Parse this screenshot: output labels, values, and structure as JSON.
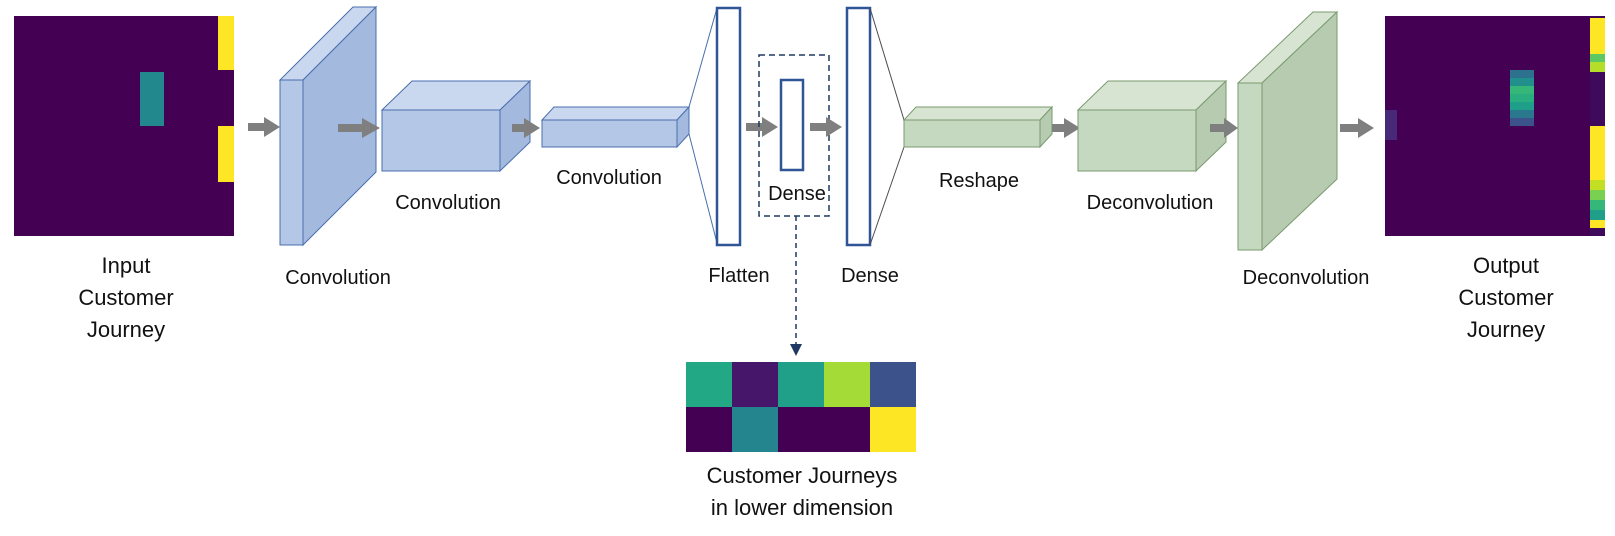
{
  "labels": {
    "input": [
      "Input",
      "Customer",
      "Journey"
    ],
    "conv1": "Convolution",
    "conv2": "Convolution",
    "conv3": "Convolution",
    "flatten": "Flatten",
    "dense_latent": "Dense",
    "dense2": "Dense",
    "reshape": "Reshape",
    "deconv1": "Deconvolution",
    "deconv2": "Deconvolution",
    "output": [
      "Output",
      "Customer",
      "Journey"
    ],
    "latent": [
      "Customer Journeys",
      "in lower dimension"
    ]
  },
  "colors": {
    "background_purple": "#440154",
    "yellow": "#fde725",
    "teal": "#23888e",
    "encoder_face": "#b4c7e7",
    "encoder_top": "#c9d7ef",
    "encoder_side": "#a3b9de",
    "encoder_stroke": "#4a6fad",
    "decoder_face": "#c5d8c0",
    "decoder_top": "#d7e4d2",
    "decoder_side": "#b6cbb0",
    "decoder_stroke": "#7a9a6f",
    "dense_stroke": "#2f5597",
    "arrow": "#7f7f7f"
  },
  "latent_grid": [
    [
      "#22a884",
      "#46166b",
      "#21a089",
      "#a5db36",
      "#3b528b"
    ],
    [
      "#440154",
      "#25858e",
      "#440154",
      "#440154",
      "#fde725"
    ]
  ]
}
